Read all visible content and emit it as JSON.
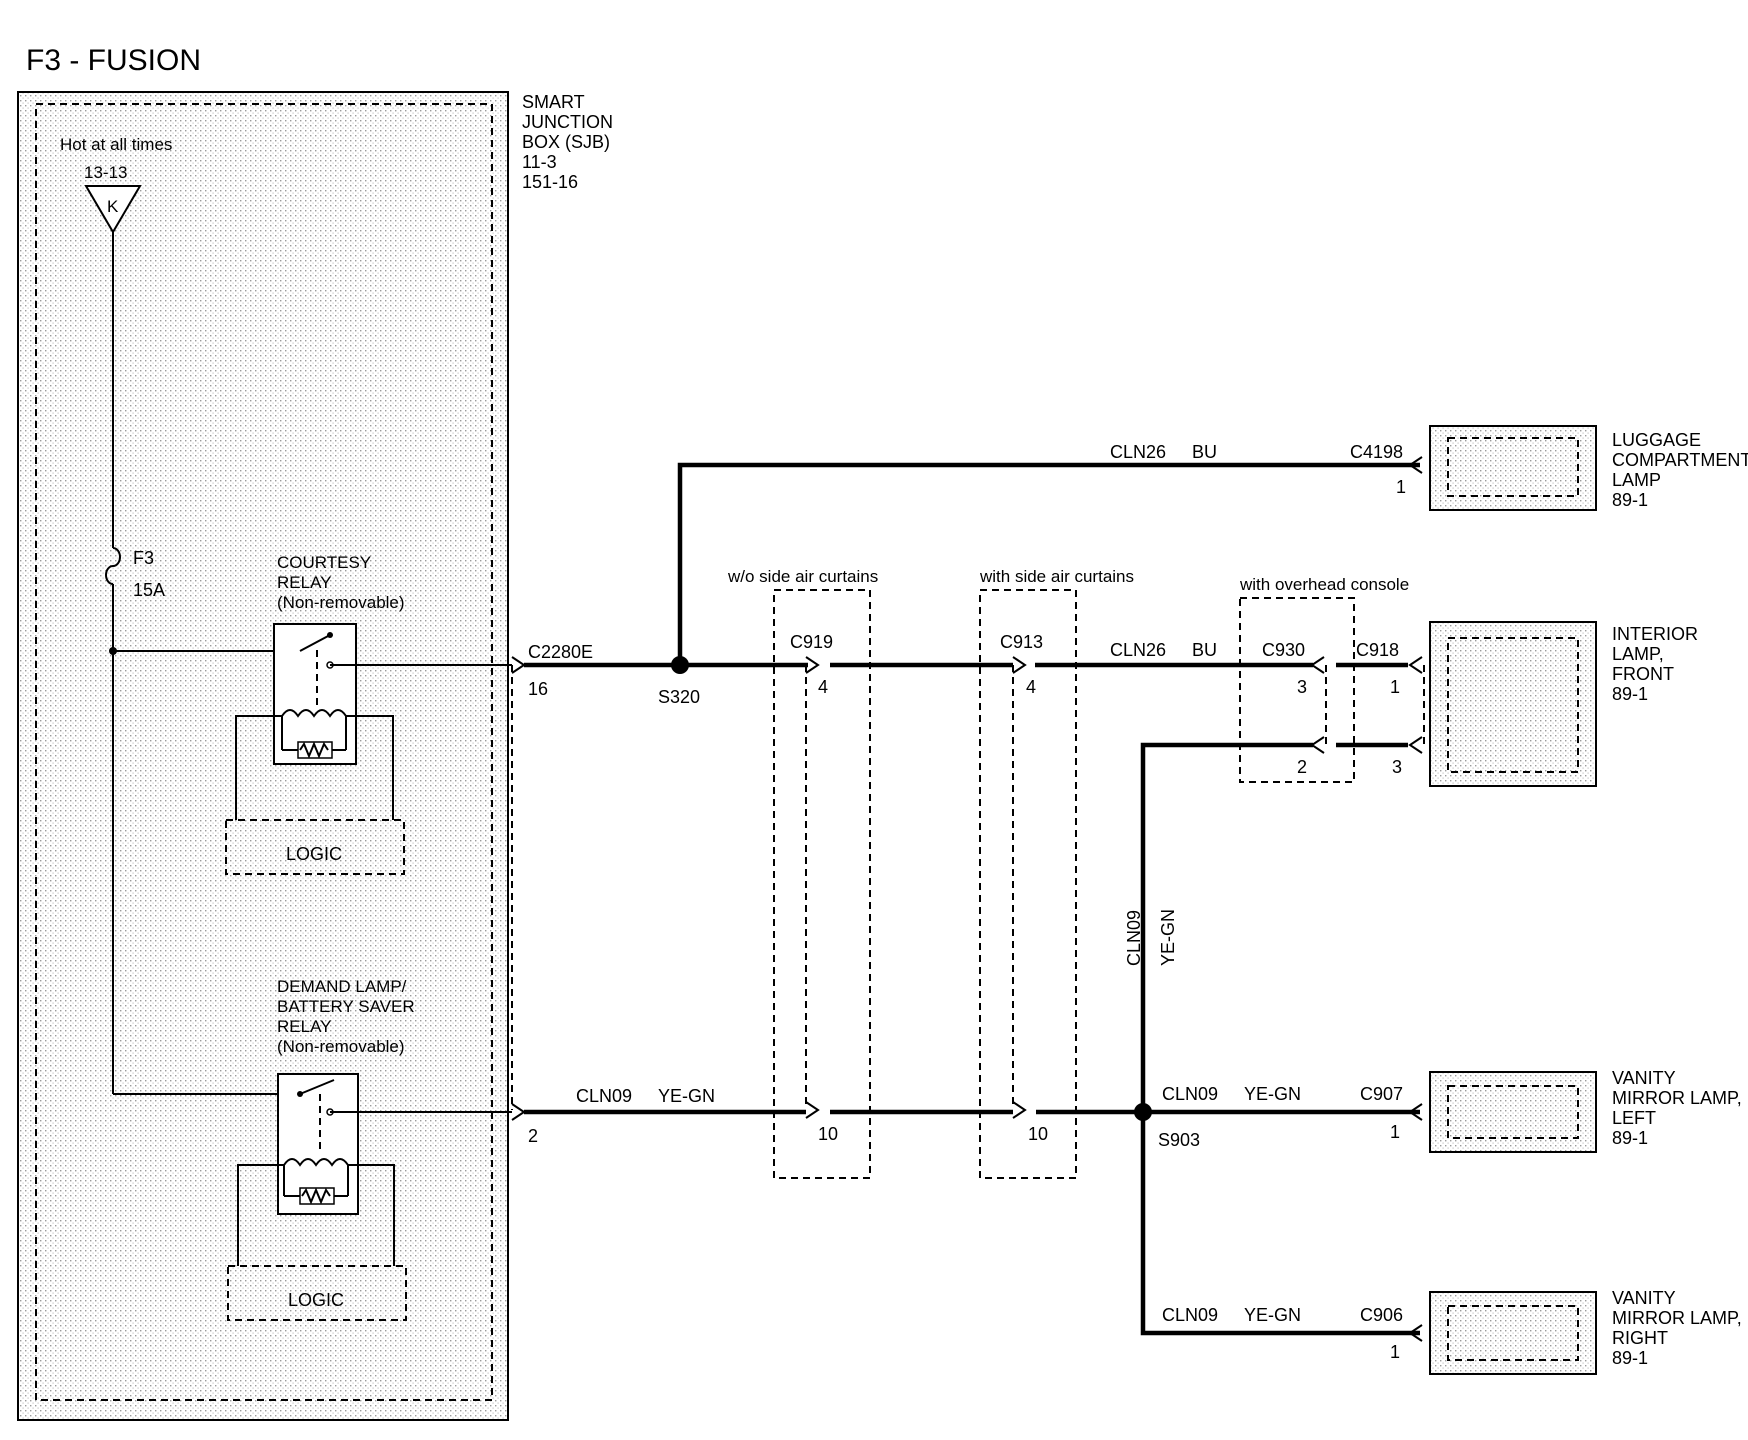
{
  "title": "F3 - FUSION",
  "sjb": {
    "label": [
      "SMART",
      "JUNCTION",
      "BOX (SJB)",
      "11-3",
      "151-16"
    ],
    "hot_label": "Hot at all times",
    "hot_ref": "13-13",
    "hot_terminal": "K",
    "fuse_name": "F3",
    "fuse_rating": "15A"
  },
  "relays": {
    "courtesy": [
      "COURTESY",
      "RELAY",
      "(Non-removable)"
    ],
    "demand": [
      "DEMAND LAMP/",
      "BATTERY SAVER",
      "RELAY",
      "(Non-removable)"
    ],
    "logic_1": "LOGIC",
    "logic_2": "LOGIC"
  },
  "connectors": {
    "c2280e": "C2280E",
    "c2280e_pin_top": "16",
    "c2280e_pin_bottom": "2",
    "c919": "C919",
    "c919_pin_top": "4",
    "c919_pin_bottom": "10",
    "c913": "C913",
    "c913_pin_top": "4",
    "c913_pin_bottom": "10",
    "c930": "C930",
    "c930_pin_a": "3",
    "c930_pin_b": "2",
    "c918": "C918",
    "c918_pin_a": "1",
    "c918_pin_b": "3",
    "c4198": "C4198",
    "c4198_pin": "1",
    "c907": "C907",
    "c907_pin": "1",
    "c906": "C906",
    "c906_pin": "1"
  },
  "splices": {
    "s320": "S320",
    "s903": "S903"
  },
  "options": {
    "wo_side_air": "w/o side air curtains",
    "with_side_air": "with side air curtains",
    "overhead_console": "with overhead console"
  },
  "wires": {
    "cln26": "CLN26",
    "bu": "BU",
    "cln09": "CLN09",
    "ye_gn": "YE-GN"
  },
  "components": {
    "luggage": [
      "LUGGAGE",
      "COMPARTMENT",
      "LAMP",
      "89-1"
    ],
    "interior": [
      "INTERIOR",
      "LAMP,",
      "FRONT",
      "89-1"
    ],
    "vanity_left": [
      "VANITY",
      "MIRROR LAMP,",
      "LEFT",
      "89-1"
    ],
    "vanity_right": [
      "VANITY",
      "MIRROR LAMP,",
      "RIGHT",
      "89-1"
    ]
  }
}
